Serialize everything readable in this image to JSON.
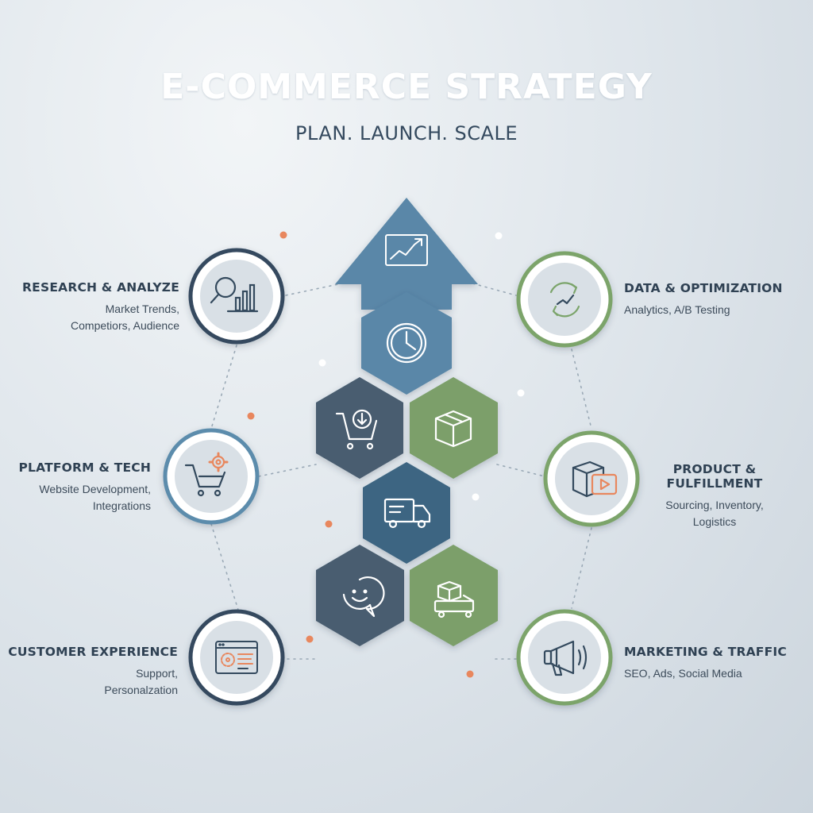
{
  "header": {
    "title": "E-COMMERCE STRATEGY",
    "subtitle": "PLAN. LAUNCH. SCALE"
  },
  "colors": {
    "blue_dark": "#4a6e89",
    "blue_light": "#5b8cac",
    "slate": "#485b6e",
    "green": "#7b9f6a",
    "navy_ring": "#344a5e",
    "blue_ring": "#5b8cac",
    "green_ring": "#7ba46a",
    "accent_orange": "#e8875e"
  },
  "steps": [
    {
      "title": "RESEARCH & ANALYZE",
      "lines": [
        "Market Trends,",
        "Competiors, Audience"
      ],
      "icon": "magnifier-bar-chart-icon"
    },
    {
      "title": "PLATFORM & TECH",
      "lines": [
        "Website Development,",
        "Integrations"
      ],
      "icon": "cart-gear-icon"
    },
    {
      "title": "CUSTOMER EXPERIENCE",
      "lines": [
        "Support,",
        "Personalzation"
      ],
      "icon": "browser-window-icon"
    },
    {
      "title": "DATA & OPTIMIZATION",
      "lines": [
        "Analytics, A/B Testing"
      ],
      "icon": "refresh-cycle-icon"
    },
    {
      "title": "PRODUCT & FULFILLMENT",
      "lines": [
        "Sourcing, Inventory,",
        "Logistics"
      ],
      "icon": "box-video-icon"
    },
    {
      "title": "MARKETING & TRAFFIC",
      "lines": [
        "SEO, Ads, Social Media"
      ],
      "icon": "megaphone-icon"
    }
  ],
  "central_icons": [
    "trend-chart-icon",
    "clock-icon",
    "cart-download-icon",
    "package-icon",
    "delivery-truck-icon",
    "smile-chat-icon",
    "cart-boxes-icon"
  ]
}
